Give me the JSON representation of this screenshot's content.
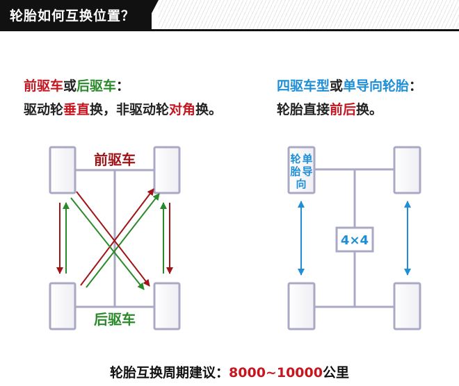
{
  "header": {
    "title": "轮胎如何互换位置？"
  },
  "left_rule": {
    "line1": {
      "front": "前驱车",
      "or": "或",
      "rear": "后驱车",
      "colon": "："
    },
    "line2": {
      "a": "驱动轮",
      "b": "垂直",
      "c": "换，非驱动轮",
      "d": "对角",
      "e": "换。"
    }
  },
  "right_rule": {
    "line1": {
      "a": "四驱车型",
      "or": "或",
      "b": "单导向轮胎",
      "colon": "："
    },
    "line2": {
      "a": "轮胎直接",
      "b": "前后",
      "c": "换。"
    }
  },
  "diagram_left": {
    "front_label": "前驱车",
    "rear_label": "后驱车"
  },
  "diagram_right": {
    "tire_label_chars": [
      "轮",
      "单",
      "胎",
      "导",
      "向"
    ],
    "center_label": "4×4"
  },
  "footer": {
    "text": "轮胎互换周期建议：",
    "value": "8000~10000",
    "unit": "公里"
  },
  "colors": {
    "red": "#c8141e",
    "green": "#2a8a2a",
    "blue": "#1e8fd6",
    "frame": "#a9a9c6"
  }
}
